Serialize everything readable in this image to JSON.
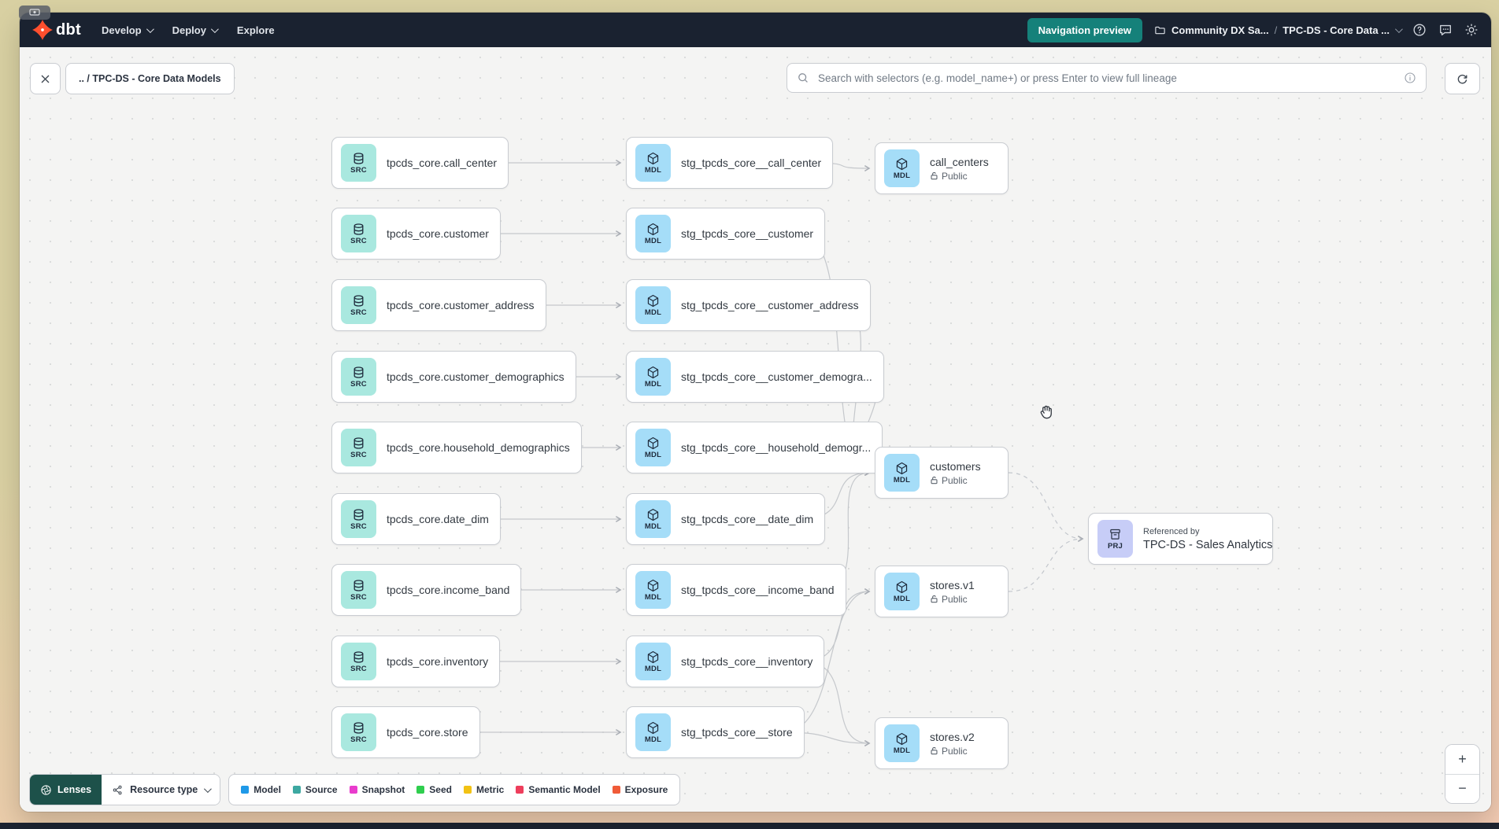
{
  "topnav": {
    "logo": "dbt",
    "items": [
      {
        "label": "Develop"
      },
      {
        "label": "Deploy"
      },
      {
        "label": "Explore"
      }
    ],
    "preview_button": "Navigation preview",
    "account": "Community DX Sa...",
    "separator": "/",
    "project": "TPC-DS - Core Data ..."
  },
  "toolbar": {
    "lineage_path": ".. / TPC-DS - Core Data Models",
    "search_placeholder": "Search with selectors (e.g. model_name+) or press Enter to view full lineage"
  },
  "graph": {
    "badge_labels": {
      "source": "SRC",
      "model": "MDL",
      "project": "PRJ"
    },
    "sources": [
      "tpcds_core.call_center",
      "tpcds_core.customer",
      "tpcds_core.customer_address",
      "tpcds_core.customer_demographics",
      "tpcds_core.household_demographics",
      "tpcds_core.date_dim",
      "tpcds_core.income_band",
      "tpcds_core.inventory",
      "tpcds_core.store"
    ],
    "staging": [
      "stg_tpcds_core__call_center",
      "stg_tpcds_core__customer",
      "stg_tpcds_core__customer_address",
      "stg_tpcds_core__customer_demogra...",
      "stg_tpcds_core__household_demogr...",
      "stg_tpcds_core__date_dim",
      "stg_tpcds_core__income_band",
      "stg_tpcds_core__inventory",
      "stg_tpcds_core__store"
    ],
    "marts": [
      {
        "name": "call_centers",
        "access": "Public"
      },
      {
        "name": "customers",
        "access": "Public"
      },
      {
        "name": "stores.v1",
        "access": "Public"
      },
      {
        "name": "stores.v2",
        "access": "Public"
      }
    ],
    "reference": {
      "label": "Referenced by",
      "name": "TPC-DS - Sales Analytics"
    }
  },
  "legend": {
    "lenses": "Lenses",
    "resource_type": "Resource type",
    "items": [
      {
        "label": "Model",
        "color": "#1f99e8"
      },
      {
        "label": "Source",
        "color": "#3da8a1"
      },
      {
        "label": "Snapshot",
        "color": "#e93ccd"
      },
      {
        "label": "Seed",
        "color": "#2fce4e"
      },
      {
        "label": "Metric",
        "color": "#f2c214"
      },
      {
        "label": "Semantic Model",
        "color": "#ee3e5c"
      },
      {
        "label": "Exposure",
        "color": "#f05b38"
      }
    ]
  },
  "zoom_controls": {
    "zoom_in": "+",
    "zoom_out": "−"
  }
}
